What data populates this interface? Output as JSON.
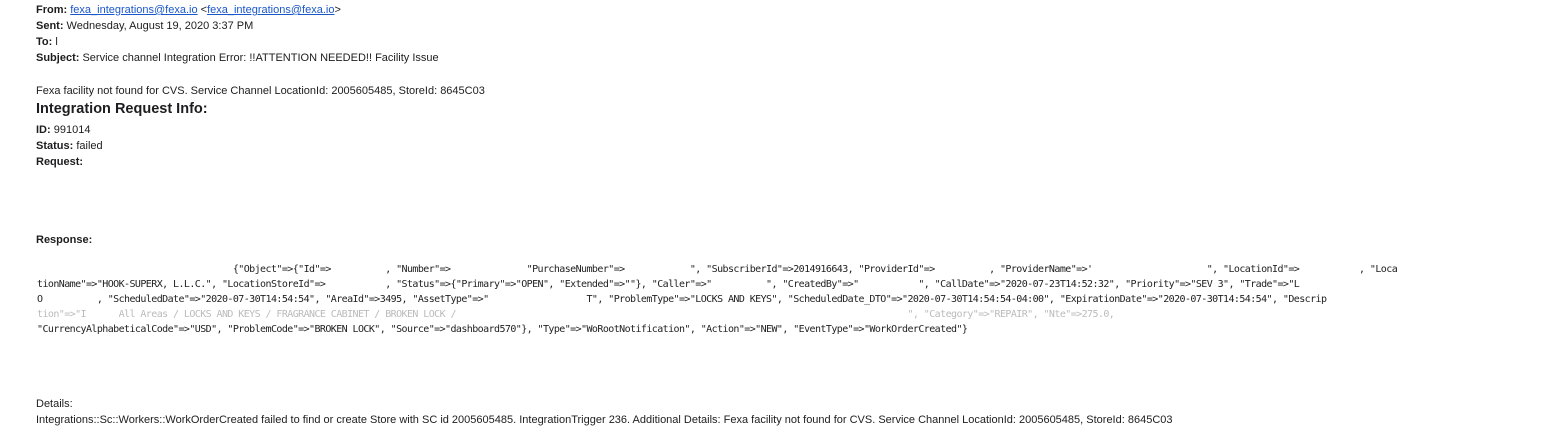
{
  "header": {
    "from_label": "From:",
    "from_name": "fexa_integrations@fexa.io",
    "from_email_open": " <",
    "from_email": "fexa_integrations@fexa.io",
    "from_email_close": ">",
    "sent_label": "Sent:",
    "sent_value": " Wednesday, August 19, 2020 3:37 PM",
    "to_label": "To:",
    "to_value": " l",
    "subject_label": "Subject:",
    "subject_value": " Service channel Integration Error: !!ATTENTION NEEDED!! Facility Issue"
  },
  "body": {
    "intro": "Fexa facility not found for CVS. Service Channel LocationId: 2005605485, StoreId: 8645C03",
    "section_title": "Integration Request Info:",
    "id_label": "ID:",
    "id_value": " 991014",
    "status_label": "Status:",
    "status_value": " failed",
    "request_label": "Request:",
    "response_label": "Response:",
    "response_lines": [
      "                                    {\"Object\"=>{\"Id\"=>          , \"Number\"=>              \"PurchaseNumber\"=>            \", \"SubscriberId\"=>2014916643, \"ProviderId\"=>          , \"ProviderName\"=>'                     \", \"LocationId\"=>           , \"Loca",
      "tionName\"=>\"HOOK-SUPERX, L.L.C.\", \"LocationStoreId\"=>           , \"Status\"=>{\"Primary\"=>\"OPEN\", \"Extended\"=>\"\"}, \"Caller\"=>\"          \", \"CreatedBy\"=>\"           \", \"CallDate\"=>\"2020-07-23T14:52:32\", \"Priority\"=>\"SEV 3\", \"Trade\"=>\"L",
      "O          , \"ScheduledDate\"=>\"2020-07-30T14:54:54\", \"AreaId\"=>3495, \"AssetType\"=>\"                  T\", \"ProblemType\"=>\"LOCKS AND KEYS\", \"ScheduledDate_DTO\"=>\"2020-07-30T14:54:54-04:00\", \"ExpirationDate\"=>\"2020-07-30T14:54:54\", \"Descrip",
      "tion\"=>\"I      All Areas / LOCKS AND KEYS / FRAGRANCE CABINET / BROKEN LOCK /                                                                                   \", \"Category\"=>\"REPAIR\", \"Nte\"=>275.0,",
      "\"CurrencyAlphabeticalCode\"=>\"USD\", \"ProblemCode\"=>\"BROKEN LOCK\", \"Source\"=>\"dashboard570\"}, \"Type\"=>\"WoRootNotification\", \"Action\"=>\"NEW\", \"EventType\"=>\"WorkOrderCreated\"}"
    ],
    "details_label": "Details:",
    "details_value": "Integrations::Sc::Workers::WorkOrderCreated failed to find or create Store with SC id 2005605485. IntegrationTrigger 236. Additional Details: Fexa facility not found for CVS. Service Channel LocationId: 2005605485, StoreId: 8645C03"
  }
}
